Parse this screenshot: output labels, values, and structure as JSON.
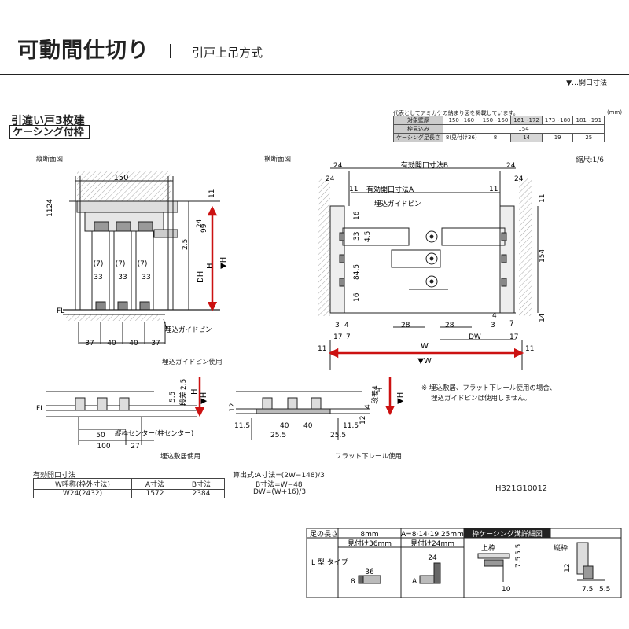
{
  "header": {
    "title": "可動間仕切り",
    "subtitle": "引戸上吊方式",
    "legend_note": "▼…開口寸法"
  },
  "product": {
    "name": "引違い戸3枚建",
    "casing": "ケーシング付枠"
  },
  "casing_table": {
    "caption": "代表としてアミカケの納まり図を掲載しています。",
    "unit": "(mm)",
    "rows": [
      [
        "対象壁厚",
        "150~160",
        "150~160",
        "161~172",
        "173~180",
        "181~191"
      ],
      [
        "枠見込み",
        "154"
      ],
      [
        "ケーシング足長さ",
        "8(見付け36)",
        "8",
        "14",
        "19",
        "25"
      ]
    ]
  },
  "views": {
    "vertical": "縦断面図",
    "horizontal": "横断面図",
    "scale": "縮尺:1/6"
  },
  "dims": {
    "v_150": "150",
    "v_11": "11",
    "v_24": "24",
    "v_1124": "1124",
    "v_99": "99",
    "v_25": "2.5",
    "v_H": "H",
    "v_DH": "DH",
    "v_Htri": "▼H",
    "v_7": "(7)",
    "v_33": "33",
    "v_37": "37",
    "v_40": "40",
    "h_24": "24",
    "h_11": "11",
    "h_B": "有効開口寸法B",
    "h_A": "有効開口寸法A",
    "h_pin": "埋込ガイドピン",
    "h_16": "16",
    "h_33": "33",
    "h_45": "4.5",
    "h_845": "84.5",
    "h_154": "154",
    "h_14": "14",
    "h_3": "3",
    "h_4": "4",
    "h_17": "17",
    "h_7": "7",
    "h_28": "28",
    "h_DW": "DW",
    "h_W": "W",
    "h_Wtri": "▼W",
    "d1_55": "5.5",
    "d1_25": "2.5",
    "d1_step": "段差",
    "d1_50": "50",
    "d1_100": "100",
    "d1_27": "27",
    "d1_center": "縦枠センター(柱センター)",
    "d2_4": "4",
    "d2_step": "段差4",
    "d2_115": "11.5",
    "d2_40": "40",
    "d2_255": "25.5",
    "d2_12": "12",
    "fl": "FL"
  },
  "captions": {
    "pin_used": "埋込ガイドピン使用",
    "sill_used": "埋込敷居使用",
    "flat_rail": "フラット下レール使用",
    "pin_label": "埋込ガイドピン"
  },
  "notes": {
    "line1": "※ 埋込敷居、フラット下レール使用の場合、",
    "line2": "埋込ガイドピンは使用しません。"
  },
  "opening": {
    "caption": "有効開口寸法",
    "headers": [
      "W呼称(枠外寸法)",
      "A寸法",
      "B寸法"
    ],
    "row": [
      "W24(2432)",
      "1572",
      "2384"
    ]
  },
  "formula": {
    "l1": "算出式:A寸法=(2W−148)/3",
    "l2": "B寸法=W−48",
    "l3": "DW=(W+16)/3"
  },
  "code": "H321G10012",
  "foot_table": {
    "h_len": "足の長さ",
    "h_8": "8mm",
    "h_a": "A=8·14·19·25mm",
    "s_36": "見付け36mm",
    "s_24": "見付け24mm",
    "type": "L 型 タイプ",
    "n36": "36",
    "n24": "24",
    "n8": "8",
    "nA": "A",
    "detail_title": "枠ケーシング溝詳細図",
    "top": "上枠",
    "side": "縦枠",
    "d75": "7.5",
    "d55": "5.5",
    "d10": "10",
    "d12": "12"
  },
  "colors": {
    "accent": "#cc1111",
    "line": "#222222",
    "fill": "#bbbbbb"
  }
}
